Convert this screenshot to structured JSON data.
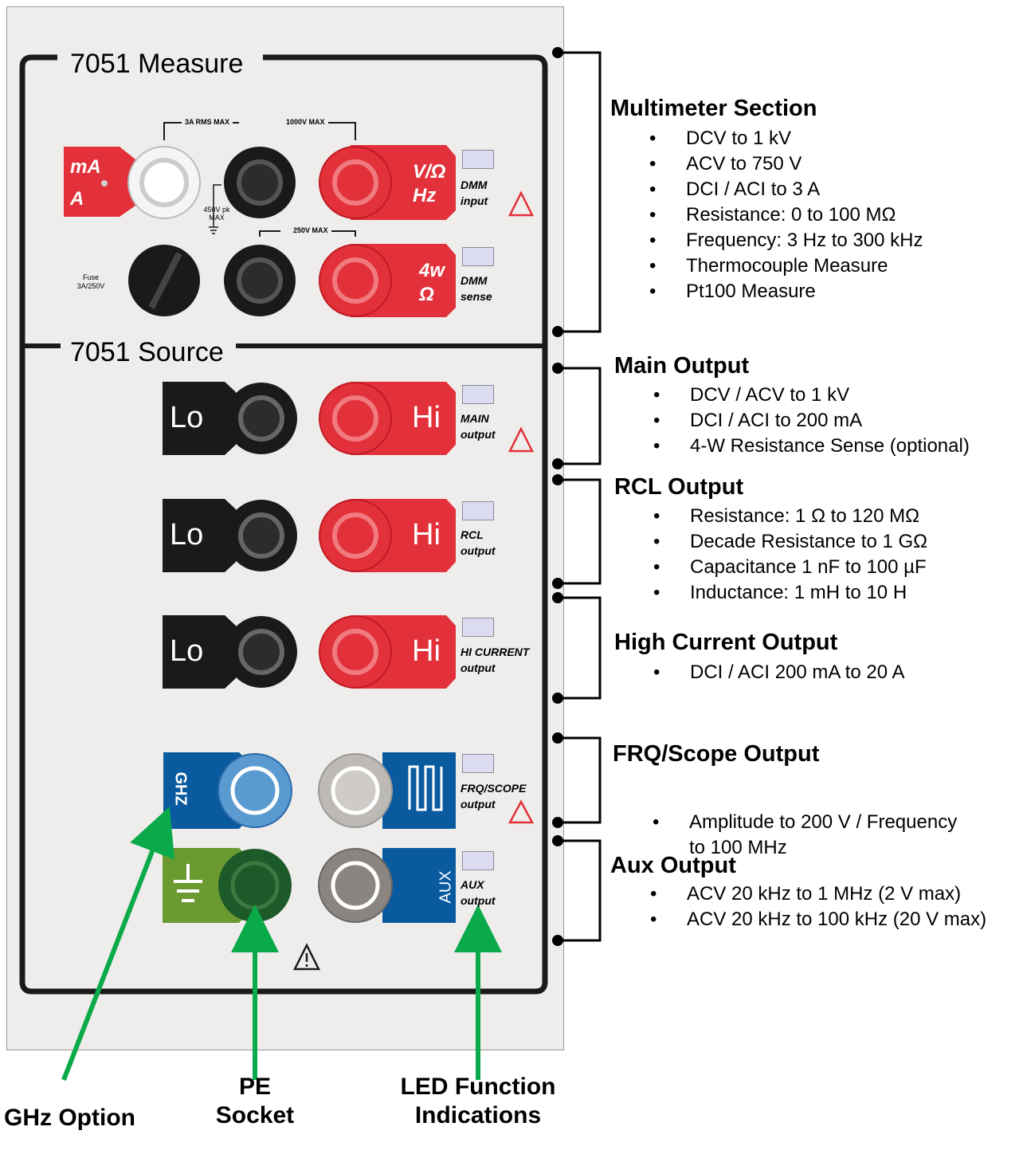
{
  "panel": {
    "measure_title": "7051 Measure",
    "source_title": "7051 Source",
    "measure_small": {
      "rms_max": "3A RMS MAX",
      "v_max": "1000V MAX",
      "pk_label": "450V pk\nMAX",
      "sense_max": "250V MAX",
      "fuse": "Fuse\n3A/250V"
    },
    "terminals": {
      "ma": "mA",
      "a": "A",
      "v_ohm": "V/Ω",
      "hz": "Hz",
      "four_w": "4w",
      "ohm": "Ω",
      "lo": "Lo",
      "hi": "Hi",
      "ghz": "GHZ",
      "aux": "AUX"
    },
    "led_labels": {
      "dmm_input_1": "DMM",
      "dmm_input_2": "input",
      "dmm_sense_1": "DMM",
      "dmm_sense_2": "sense",
      "main_1": "MAIN",
      "main_2": "output",
      "rcl_1": "RCL",
      "rcl_2": "output",
      "hicur_1": "HI CURRENT",
      "hicur_2": "output",
      "frq_1": "FRQ/SCOPE",
      "frq_2": "output",
      "aux_1": "AUX",
      "aux_2": "output"
    }
  },
  "sections": [
    {
      "title": "Multimeter Section",
      "items": [
        "DCV to 1 kV",
        "ACV to 750 V",
        "DCI / ACI to 3 A",
        "Resistance: 0 to 100 MΩ",
        "Frequency: 3 Hz to 300 kHz",
        "Thermocouple Measure",
        "Pt100 Measure"
      ]
    },
    {
      "title": "Main Output",
      "items": [
        "DCV / ACV to 1 kV",
        "DCI / ACI to 200 mA",
        "4-W Resistance Sense (optional)"
      ]
    },
    {
      "title": "RCL Output",
      "items": [
        "Resistance: 1 Ω to 120 MΩ",
        "Decade Resistance to 1 GΩ",
        "Capacitance 1 nF to 100 µF",
        "Inductance: 1 mH to 10 H"
      ]
    },
    {
      "title": "High Current Output",
      "items": [
        "DCI / ACI 200 mA to 20 A"
      ]
    },
    {
      "title": "FRQ/Scope Output",
      "items": [
        "Amplitude to 200 V / Frequency\nto 100 MHz"
      ]
    },
    {
      "title": "Aux Output",
      "items": [
        "ACV 20 kHz to 1 MHz (2 V max)",
        "ACV 20 kHz to 100 kHz (20 V max)"
      ]
    }
  ],
  "callouts": {
    "ghz": "GHz Option",
    "pe_1": "PE",
    "pe_2": "Socket",
    "led_1": "LED Function",
    "led_2": "Indications"
  },
  "colors": {
    "red": "#e2313a",
    "black": "#1a1a1a",
    "blue": "#0a5aa0",
    "green_pe": "#6a9a30",
    "arrow": "#0aaa4a",
    "panel_bg": "#efedeb"
  }
}
